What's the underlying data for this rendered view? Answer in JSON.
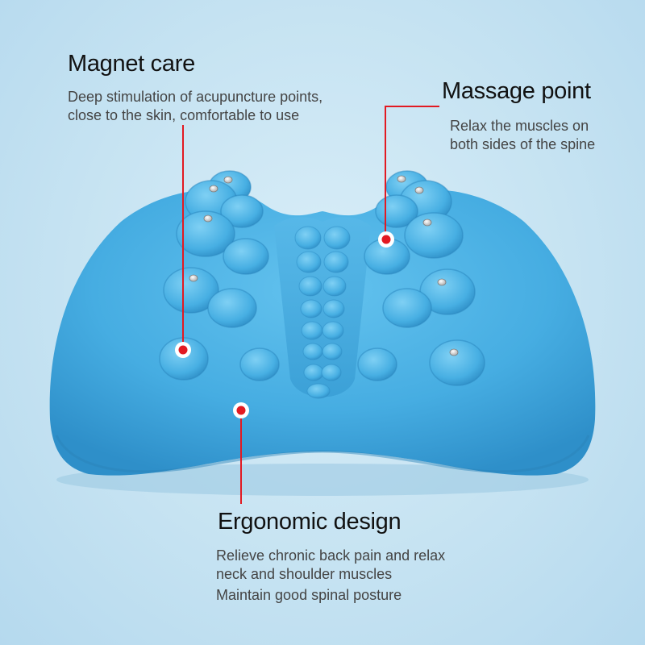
{
  "features": {
    "magnet_care": {
      "title": "Magnet care",
      "lines": [
        "Deep stimulation of acupuncture points,",
        "close to the skin, comfortable to use"
      ]
    },
    "massage_point": {
      "title": "Massage point",
      "lines": [
        "Relax the muscles on",
        "both sides of the spine"
      ]
    },
    "ergonomic_design": {
      "title": "Ergonomic design",
      "lines": [
        "Relieve chronic back pain and relax",
        "neck and shoulder muscles"
      ],
      "extra": "Maintain good spinal posture"
    }
  },
  "colors": {
    "background": "#c6e3f2",
    "product_blue": "#4db2e4",
    "callout_red": "#e21a22",
    "magnet_silver": "#e6e6e6"
  },
  "icons": {
    "callout_marker": "red-dot-in-white-ring"
  }
}
